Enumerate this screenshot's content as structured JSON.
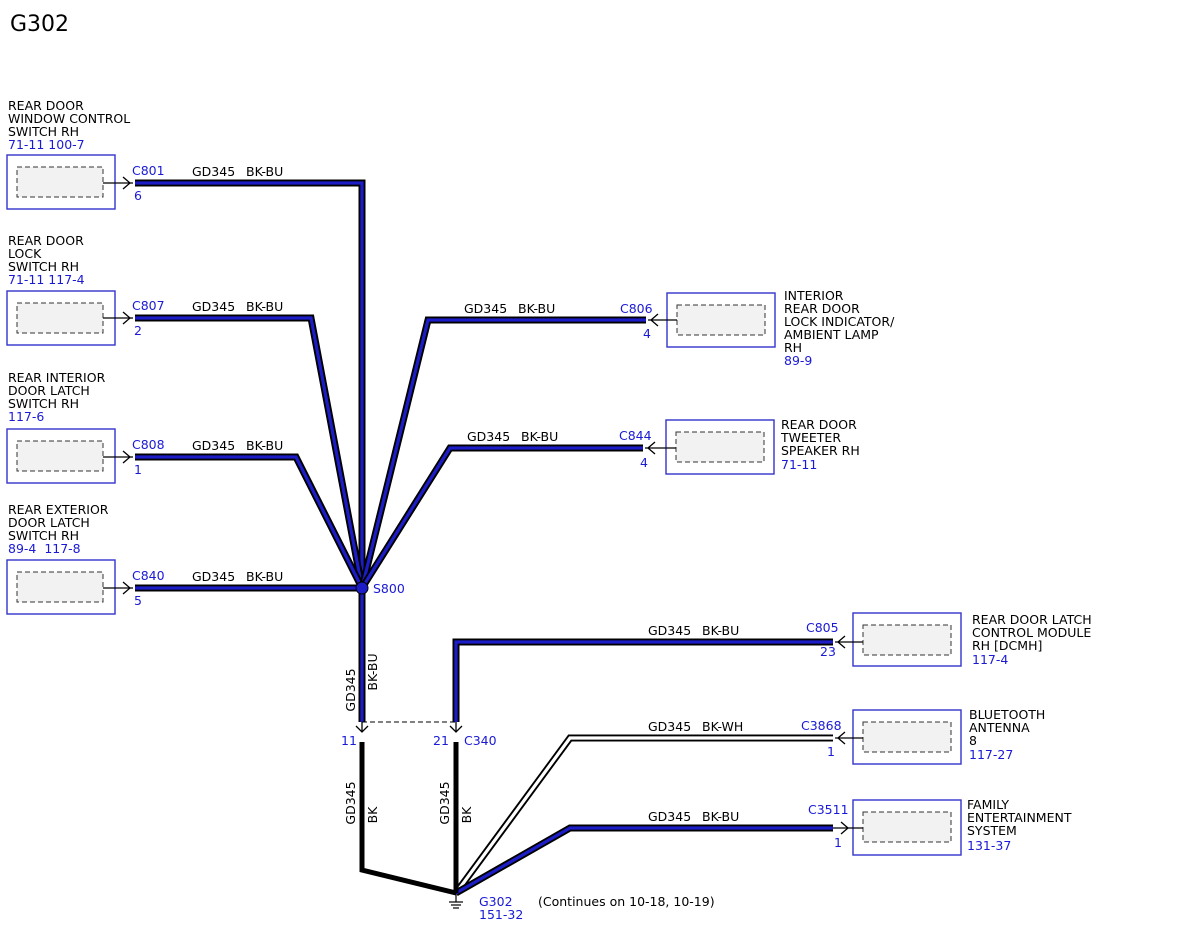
{
  "title": "G302",
  "components": {
    "rear_door_window_switch": {
      "lines": [
        "REAR DOOR",
        "WINDOW CONTROL",
        "SWITCH RH"
      ],
      "ref": "71-11 100-7"
    },
    "rear_door_lock_switch": {
      "lines": [
        "REAR DOOR",
        "LOCK",
        "SWITCH RH"
      ],
      "ref": "71-11 117-4"
    },
    "rear_interior_latch_switch": {
      "lines": [
        "REAR INTERIOR",
        "DOOR LATCH",
        "SWITCH RH"
      ],
      "ref": "117-6"
    },
    "rear_exterior_latch_switch": {
      "lines": [
        "REAR EXTERIOR",
        "DOOR LATCH",
        "SWITCH RH"
      ],
      "ref": "89-4  117-8"
    },
    "interior_lamp": {
      "lines": [
        "INTERIOR",
        "REAR DOOR",
        "LOCK INDICATOR/",
        "AMBIENT LAMP",
        "RH"
      ],
      "ref": "89-9"
    },
    "tweeter": {
      "lines": [
        "REAR DOOR",
        "TWEETER",
        "SPEAKER RH"
      ],
      "ref": "71-11"
    },
    "latch_module": {
      "lines": [
        "REAR DOOR LATCH",
        "CONTROL MODULE",
        "RH [DCMH]"
      ],
      "ref": "117-4"
    },
    "bluetooth": {
      "lines": [
        "BLUETOOTH",
        "ANTENNA",
        "8"
      ],
      "ref": "117-27"
    },
    "family_entertainment": {
      "lines": [
        "FAMILY",
        "ENTERTAINMENT",
        "SYSTEM"
      ],
      "ref": "131-37"
    }
  },
  "connectors": {
    "c801": {
      "id": "C801",
      "pin": "6"
    },
    "c807": {
      "id": "C807",
      "pin": "2"
    },
    "c808": {
      "id": "C808",
      "pin": "1"
    },
    "c840": {
      "id": "C840",
      "pin": "5"
    },
    "c806": {
      "id": "C806",
      "pin": "4"
    },
    "c844": {
      "id": "C844",
      "pin": "4"
    },
    "c805": {
      "id": "C805",
      "pin": "23"
    },
    "c3868": {
      "id": "C3868",
      "pin": "1"
    },
    "c3511": {
      "id": "C3511",
      "pin": "1"
    },
    "c340": {
      "id": "C340",
      "pin_left": "11",
      "pin_right": "21"
    }
  },
  "circuit": "GD345",
  "colors": {
    "bkbu": "BK-BU",
    "bkwh": "BK-WH",
    "bk": "BK"
  },
  "splice": "S800",
  "ground": {
    "id": "G302",
    "ref": "151-32",
    "note": "(Continues on 10-18, 10-19)"
  },
  "palette": {
    "wire_blue": "#1d1dc8",
    "label_blue": "#1a1ad6",
    "box_border": "#3333cc"
  }
}
